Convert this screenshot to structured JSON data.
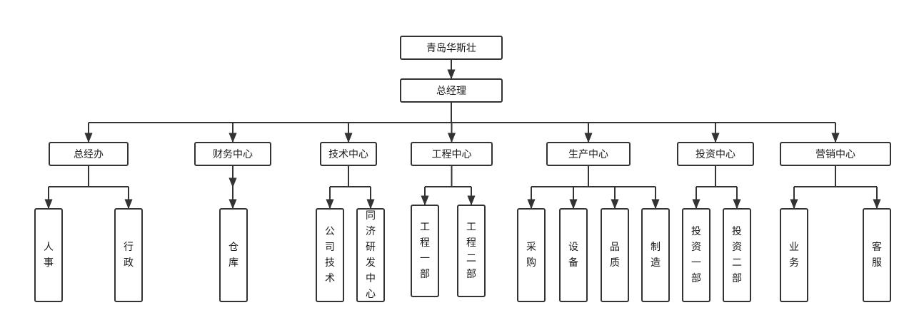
{
  "root": "青岛华斯壮",
  "gm": "总经理",
  "departments": [
    {
      "name": "总经办",
      "children": [
        "人事",
        "行政"
      ]
    },
    {
      "name": "财务中心",
      "children": [
        "仓库"
      ]
    },
    {
      "name": "技术中心",
      "children": [
        "公司技术",
        "同济研发中心"
      ]
    },
    {
      "name": "工程中心",
      "children": [
        "工程一部",
        "工程二部"
      ]
    },
    {
      "name": "生产中心",
      "children": [
        "采购",
        "设备",
        "品质",
        "制造"
      ]
    },
    {
      "name": "投资中心",
      "children": [
        "投资一部",
        "投资二部"
      ]
    },
    {
      "name": "营销中心",
      "children": [
        "业务",
        "客服"
      ]
    }
  ]
}
